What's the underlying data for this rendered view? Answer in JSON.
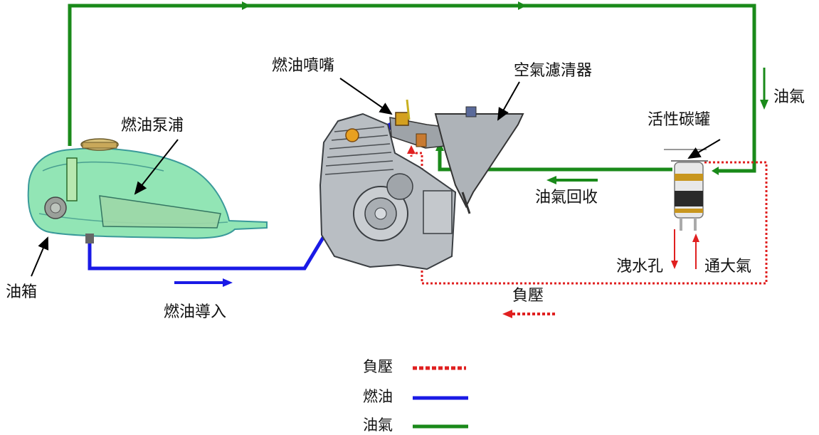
{
  "labels": {
    "fuel_tank": "油箱",
    "fuel_pump": "燃油泵浦",
    "fuel_injector": "燃油噴嘴",
    "air_filter": "空氣濾清器",
    "canister": "活性碳罐",
    "vapor_right": "油氣",
    "vapor_recovery": "油氣回收",
    "drain_hole": "洩水孔",
    "atmosphere": "通大氣",
    "negative_pressure": "負壓",
    "fuel_intake": "燃油導入"
  },
  "legend": [
    {
      "label": "負壓",
      "style": "dotted",
      "color": "#e02020"
    },
    {
      "label": "燃油",
      "style": "solid",
      "color": "#1a1ae6"
    },
    {
      "label": "油氣",
      "style": "solid",
      "color": "#1a8a1a"
    }
  ],
  "colors": {
    "vapor": "#1a8a1a",
    "fuel": "#1a1ae6",
    "vacuum": "#e02020",
    "tank_fill": "#7fe0a8"
  }
}
